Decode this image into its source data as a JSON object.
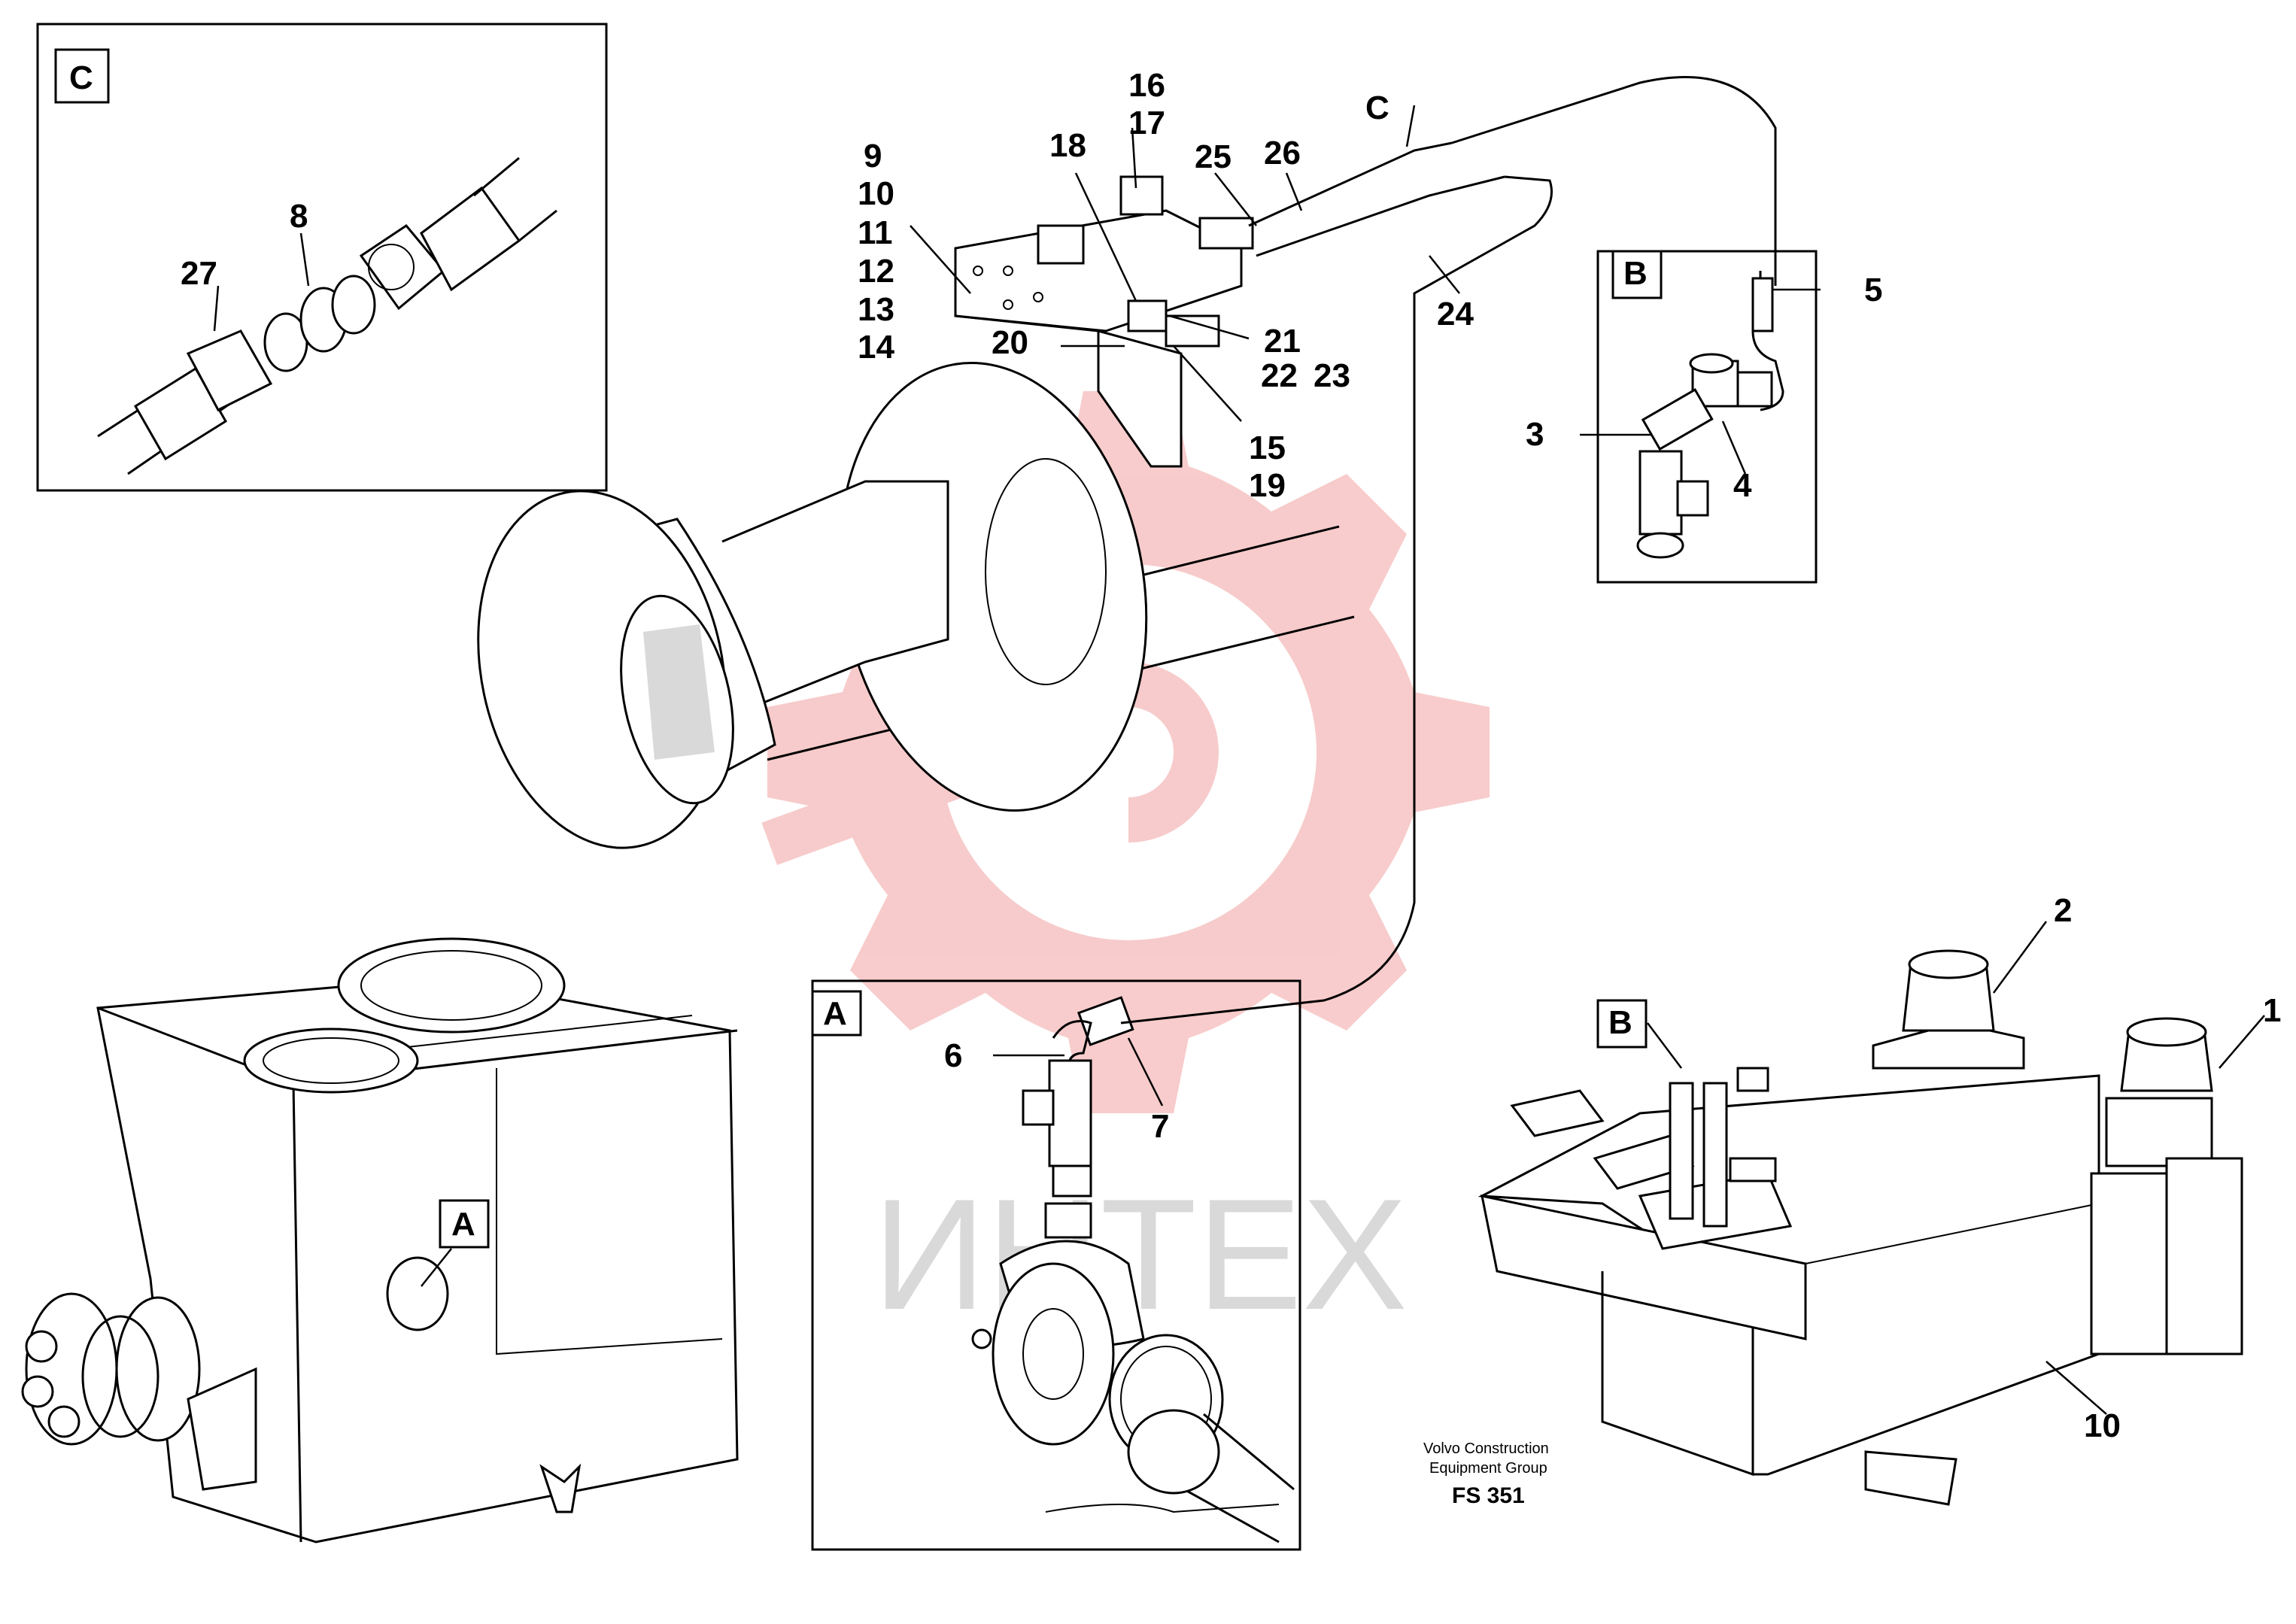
{
  "watermark": {
    "text": "ИНТЕХ",
    "gear_color": "#f7c6c6",
    "text_color": "#d9d9d9"
  },
  "detail_boxes": {
    "c": "C",
    "b": "B",
    "a": "A"
  },
  "markers": {
    "a_on_tank": "A",
    "b_on_valve": "B",
    "c_on_hose": "C"
  },
  "part_labels": {
    "p1": "1",
    "p2": "2",
    "p3": "3",
    "p4": "4",
    "p5": "5",
    "p6": "6",
    "p7": "7",
    "p8": "8",
    "p9": "9",
    "p10": "10",
    "p11": "11",
    "p12": "12",
    "p13": "13",
    "p14": "14",
    "p10b": "10",
    "p15": "15",
    "p16": "16",
    "p17": "17",
    "p18": "18",
    "p19": "19",
    "p20": "20",
    "p21": "21",
    "p22": "22",
    "p23": "23",
    "p24": "24",
    "p25": "25",
    "p26": "26",
    "p27": "27"
  },
  "credit": {
    "line1": "Volvo Construction",
    "line2": "Equipment Group",
    "code": "FS 351"
  }
}
